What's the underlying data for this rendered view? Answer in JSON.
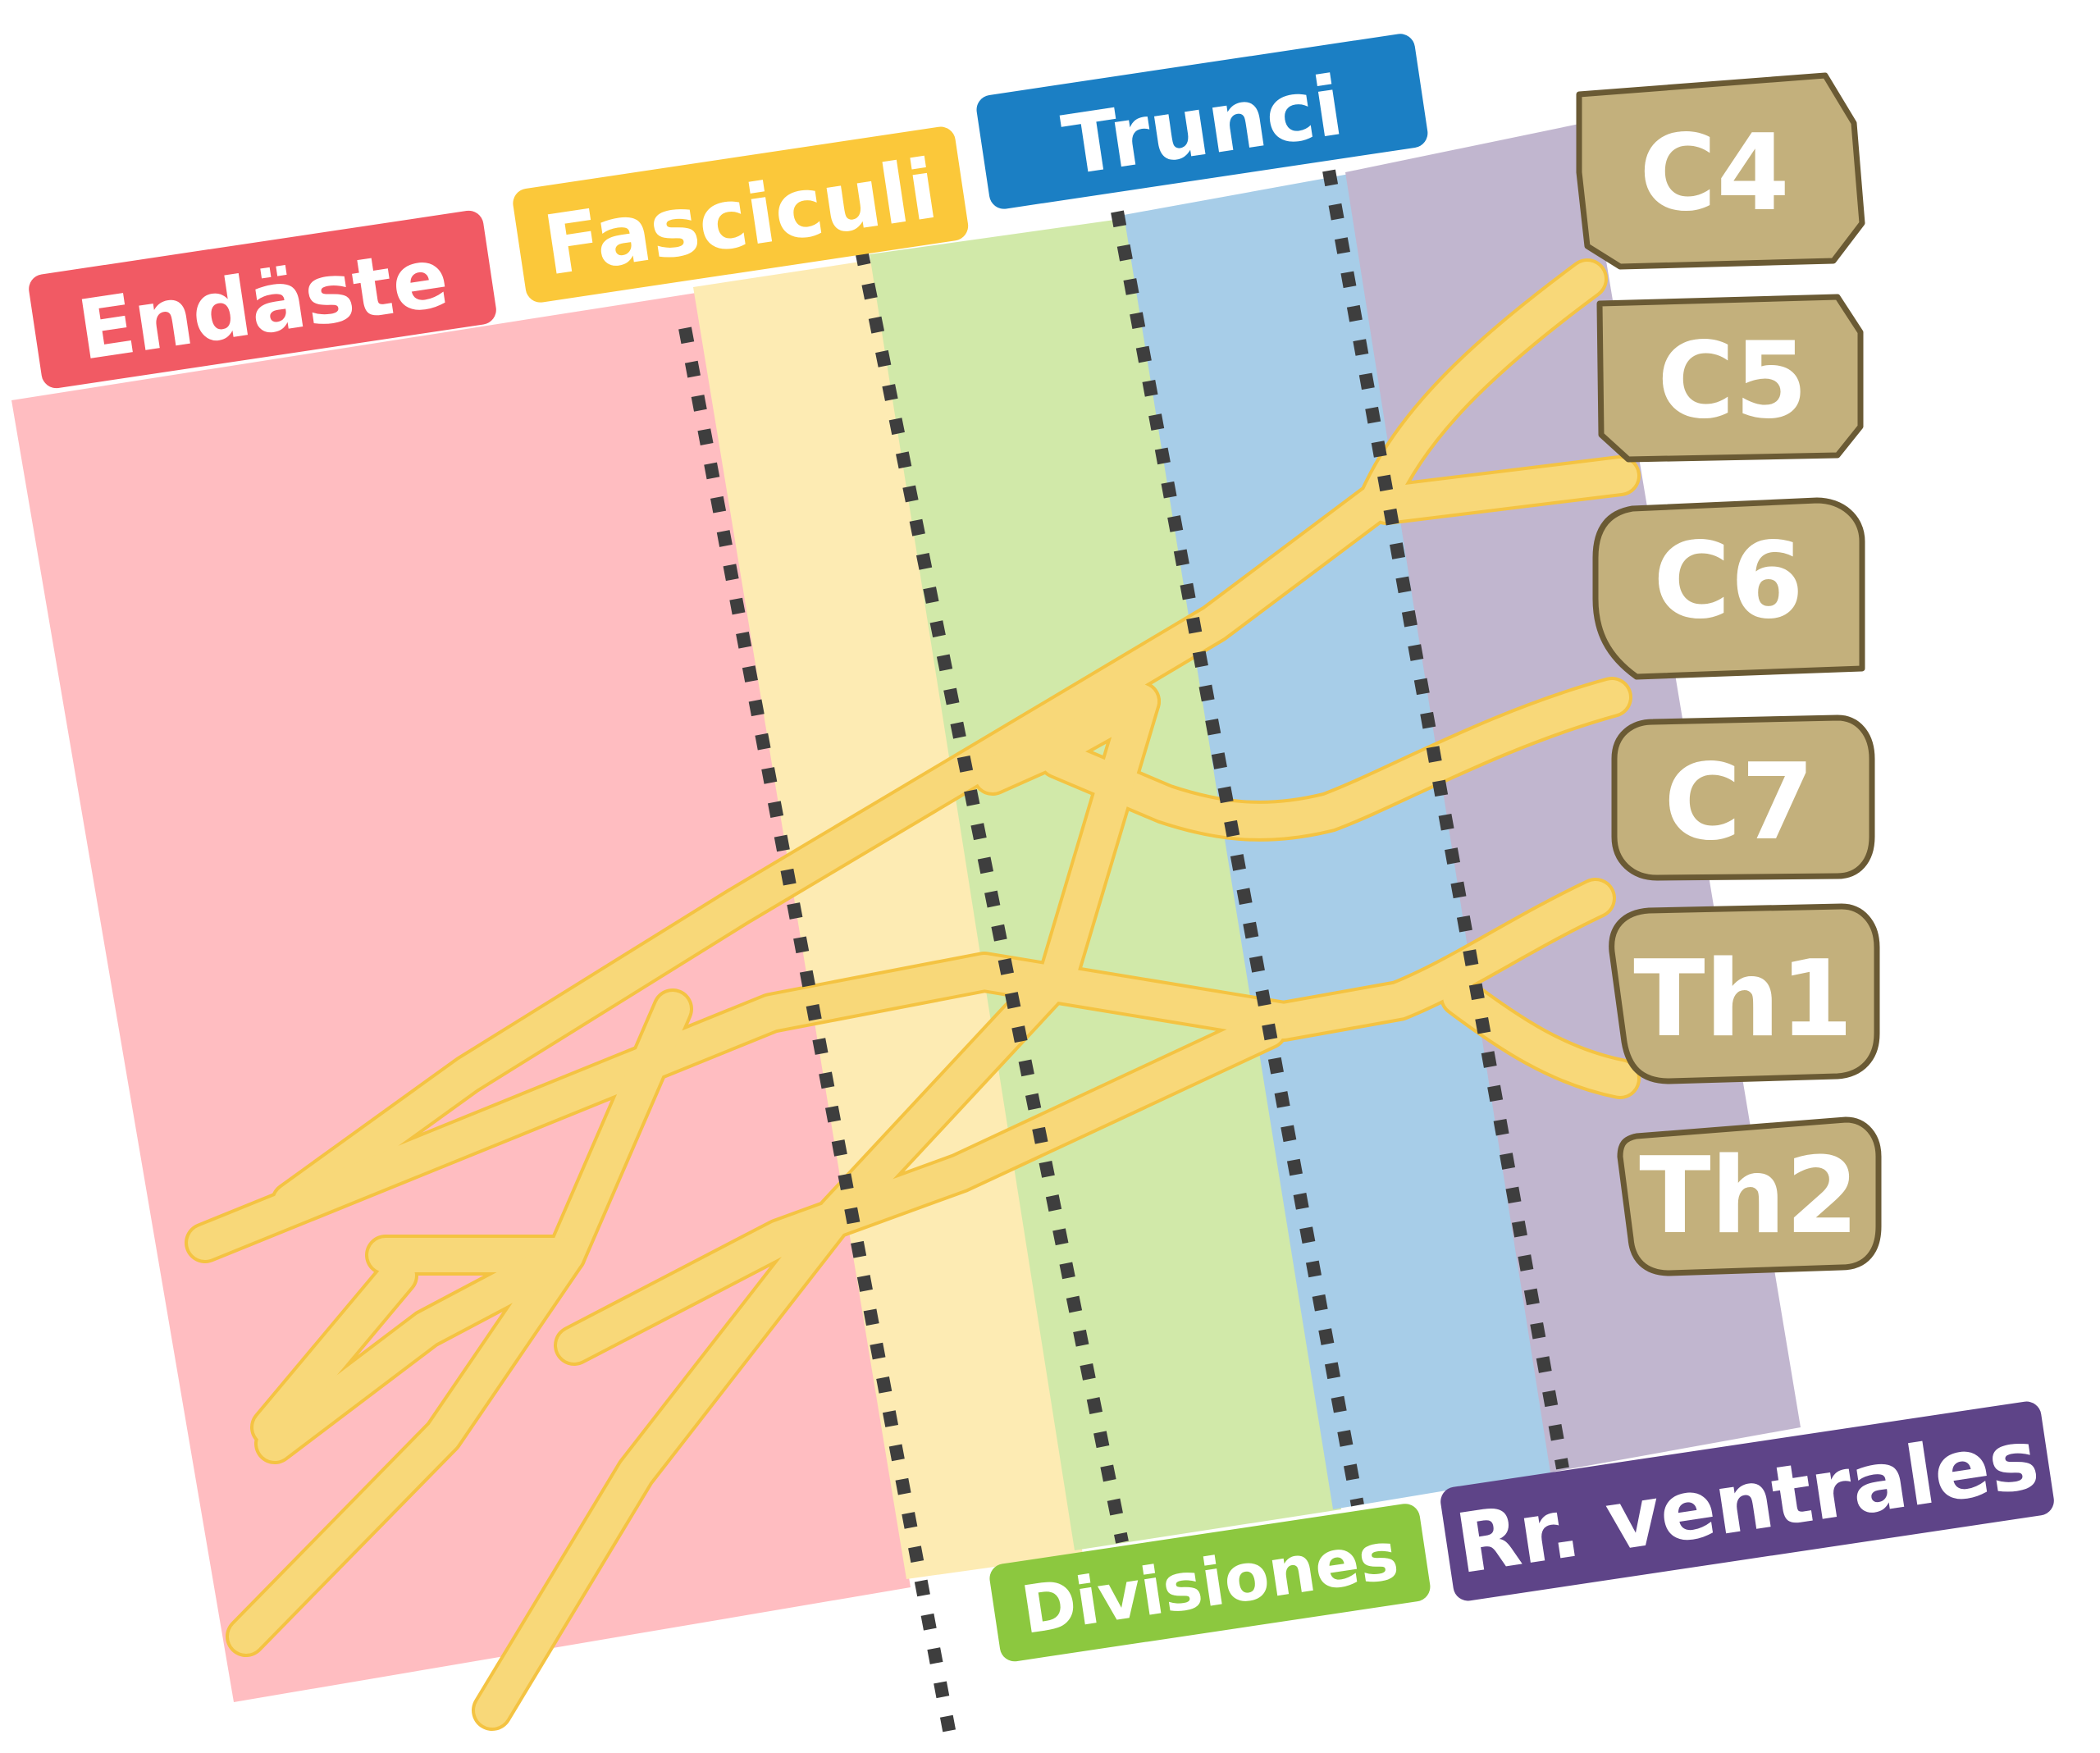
{
  "title": "",
  "zones": [
    {
      "label": "Endäste",
      "color": "#f15a64",
      "band_color": "#ffbdc1"
    },
    {
      "label": "Fasciculi",
      "color": "#fbc83a",
      "band_color": "#fdebb3"
    },
    {
      "label": "Divisiones",
      "color": "#8cc83f",
      "band_color": "#d1e9a9"
    },
    {
      "label": "Trunci",
      "color": "#1b7fc4",
      "band_color": "#a7cde8"
    },
    {
      "label": "Rr. ventrales",
      "color": "#5e4488",
      "band_color": "#c1b6cf"
    }
  ],
  "roots": [
    "C4",
    "C5",
    "C6",
    "C7",
    "Th1",
    "Th2"
  ],
  "colors": {
    "nerve_fill": "#f8d879",
    "nerve_stroke": "#f4c342",
    "root_fill": "#c3b07c",
    "root_stroke": "#6a5a34",
    "divider": "#3e3e3e"
  }
}
